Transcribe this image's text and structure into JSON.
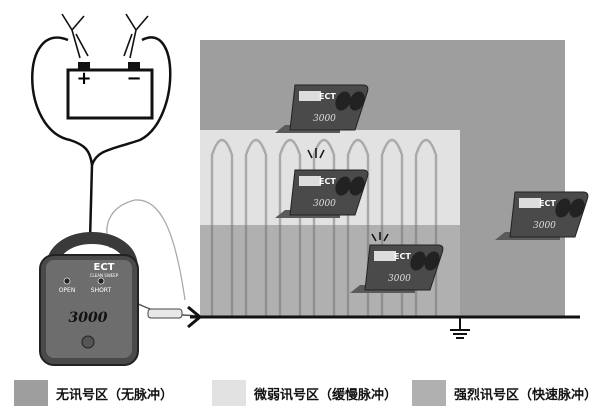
{
  "colors": {
    "no_signal": "#9e9e9e",
    "weak_signal": "#e2e2e2",
    "strong_signal": "#b0b0b0",
    "device_body": "#4a4a4a",
    "wire": "#111111"
  },
  "battery": {
    "plus": "+",
    "minus": "−"
  },
  "tester": {
    "brand": "ECT",
    "sub_brand": "CLEAN SWEEP",
    "model": "3000",
    "open_label": "OPEN",
    "short_label": "SHORT"
  },
  "probe": {
    "model": "3000",
    "brand": "ECT"
  },
  "icons": [
    "battery-icon",
    "alligator-clip-icon",
    "ground-icon",
    "signal-burst-icon"
  ],
  "legend": [
    {
      "label": "无讯号区（无脉冲）",
      "color": "#9e9e9e"
    },
    {
      "label": "微弱讯号区（缓慢脉冲）",
      "color": "#e2e2e2"
    },
    {
      "label": "强烈讯号区（快速脉冲）",
      "color": "#b0b0b0"
    }
  ]
}
